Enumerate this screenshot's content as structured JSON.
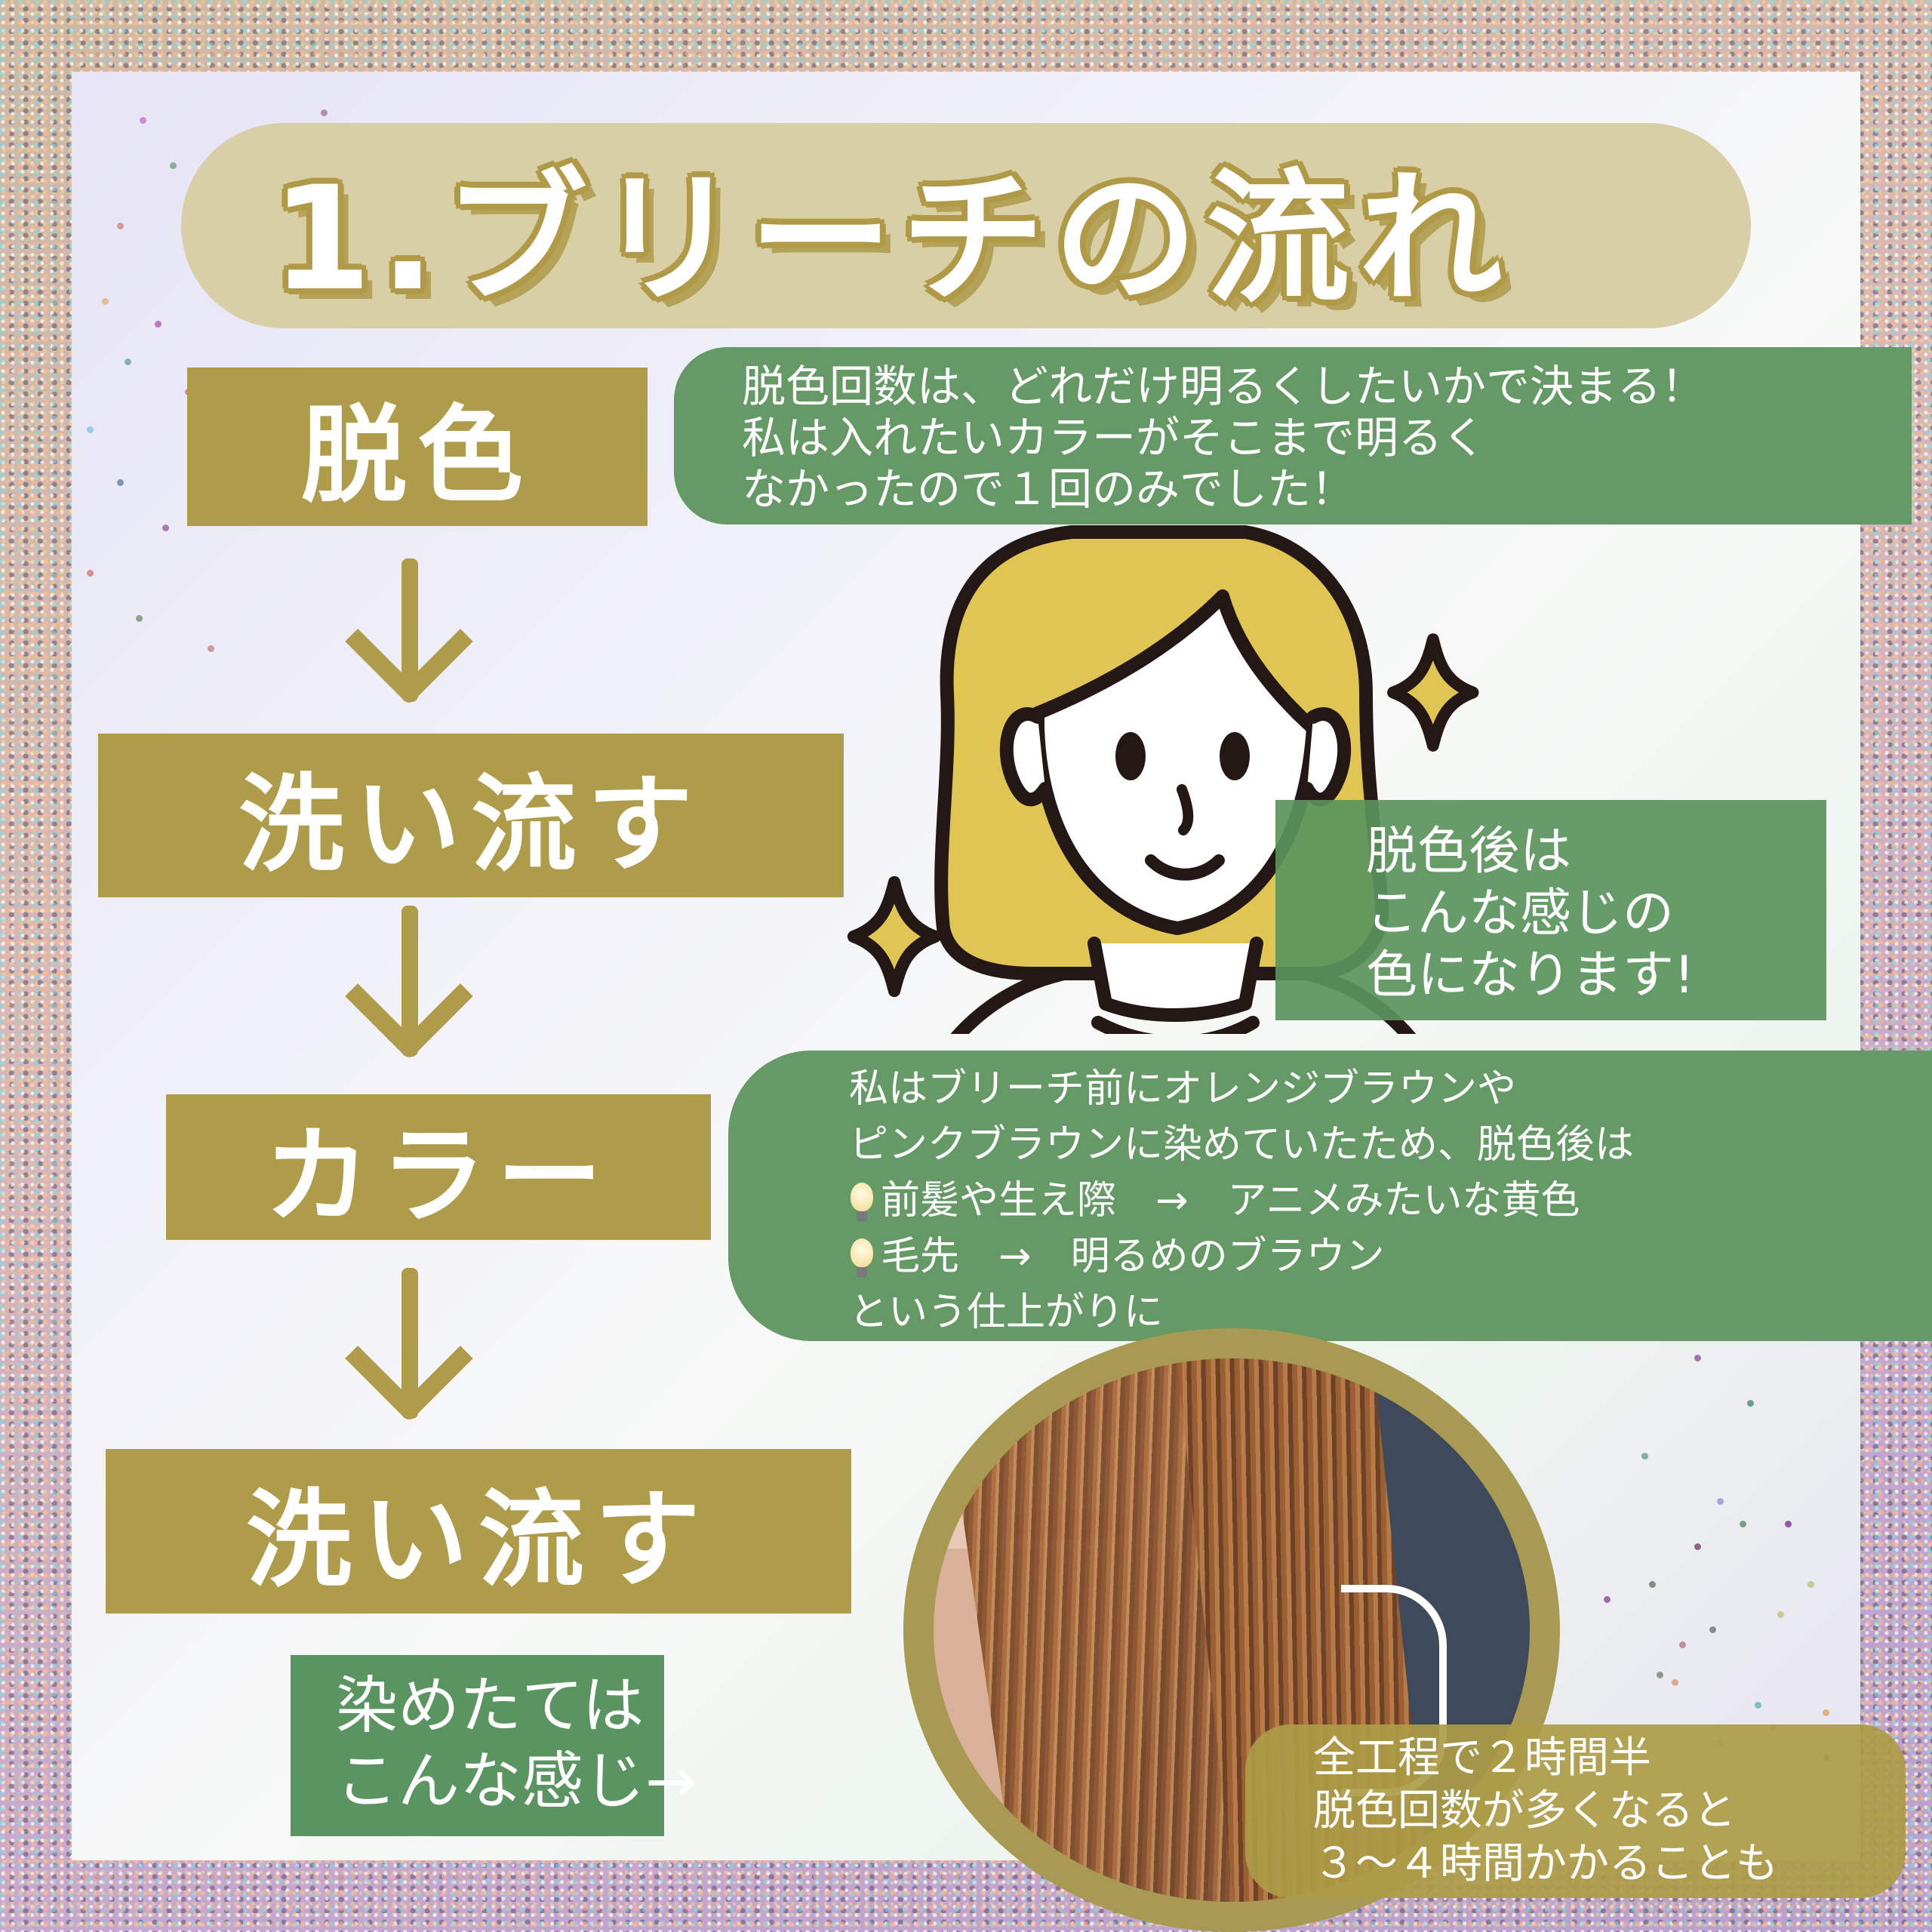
{
  "title": "1.ブリーチの流れ",
  "steps": [
    {
      "label": "脱色"
    },
    {
      "label": "洗い流す"
    },
    {
      "label": "カラー"
    },
    {
      "label": "洗い流す"
    }
  ],
  "notes": {
    "bleach_count": {
      "lines": [
        "脱色回数は、どれだけ明るくしたいかで決まる！",
        "私は入れたいカラーがそこまで明るく",
        "なかったので１回のみでした！"
      ]
    },
    "after_bleach": {
      "lines": [
        "脱色後は",
        "こんな感じの",
        "色になります!"
      ]
    },
    "result_detail": {
      "lines": [
        "私はブリーチ前にオレンジブラウンや",
        "ピンクブラウンに染めていたため、脱色後は"
      ],
      "bullets": [
        {
          "icon": "lightbulb-icon",
          "text": "前髪や生え際　→　アニメみたいな黄色"
        },
        {
          "icon": "lightbulb-icon",
          "text": "毛先　→　明るめのブラウン"
        }
      ],
      "closing": "という仕上がりに"
    },
    "fresh_dye": {
      "lines": [
        "染めたては",
        "こんな感じ→"
      ]
    },
    "duration": {
      "lines": [
        "全工程で２時間半",
        "脱色回数が多くなると",
        "３〜４時間かかることも"
      ]
    }
  },
  "colors": {
    "olive_box": "#af9c4a",
    "title_pill": "#d8cfa6",
    "green_note": "#659a66",
    "hair_yellow": "#e0c552",
    "outline": "#231815"
  }
}
